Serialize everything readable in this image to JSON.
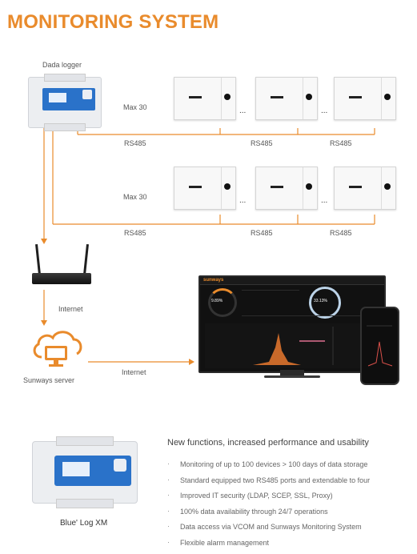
{
  "title": "MONITORING SYSTEM",
  "diagram": {
    "datalogger_label": "Dada logger",
    "max_label_1": "Max 30",
    "max_label_2": "Max 30",
    "rs485_labels": [
      "RS485",
      "RS485",
      "RS485",
      "RS485",
      "RS485",
      "RS485"
    ],
    "ellipsis": "...",
    "internet_label_1": "Internet",
    "server_label": "Sunways server",
    "internet_label_2": "Internet",
    "accent_color": "#e98b2c"
  },
  "dashboard": {
    "brand": "sunways",
    "gauge_left": "9.89%",
    "gauge_right": "33.13%"
  },
  "features": {
    "heading": "New functions, increased performance and usability",
    "items": [
      "Monitoring of up to 100 devices > 100 days of data storage",
      "Standard equipped two RS485 ports and extendable to four",
      "Improved IT security (LDAP, SCEP, SSL, Proxy)",
      "100% data availability through 24/7 operations",
      "Data access via VCOM and Sunways Monitoring System",
      "Flexible alarm management"
    ],
    "product_label": "Blue' Log XM"
  }
}
